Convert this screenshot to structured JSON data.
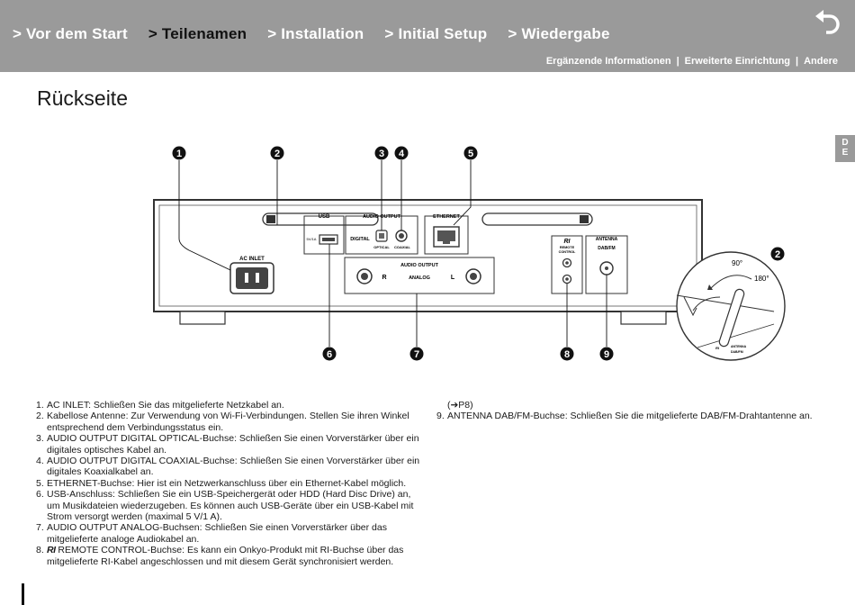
{
  "nav": {
    "items": [
      {
        "label": "> Vor dem Start",
        "active": false
      },
      {
        "label": "> Teilenamen",
        "active": true
      },
      {
        "label": "> Installation",
        "active": false
      },
      {
        "label": "> Initial Setup",
        "active": false
      },
      {
        "label": "> Wiedergabe",
        "active": false
      }
    ],
    "back_icon": "return-arrow-icon"
  },
  "subnav": {
    "links": [
      "Ergänzende Informationen",
      "Erweiterte Einrichtung",
      "Andere"
    ],
    "separator": "|"
  },
  "page": {
    "title": "Rückseite",
    "lang_tab": "D\nE"
  },
  "diagram": {
    "callouts": [
      "1",
      "2",
      "3",
      "4",
      "5",
      "6",
      "7",
      "8",
      "9"
    ],
    "labels": {
      "ac_inlet": "AC INLET",
      "usb": "USB",
      "usb_spec": "5V/1A",
      "audio_output_top": "AUDIO OUTPUT",
      "digital": "DIGITAL",
      "optical": "OPTICAL",
      "coaxial": "COAXIAL",
      "ethernet": "ETHERNET",
      "audio_output_analog_header": "AUDIO OUTPUT",
      "analog": "ANALOG",
      "r": "R",
      "l": "L",
      "ri": "RI",
      "remote_control": "REMOTE\nCONTROL",
      "antenna": "ANTENNA",
      "dab_fm": "DAB/FM",
      "angle_90": "90°",
      "angle_180": "180°"
    }
  },
  "descriptions": {
    "left": [
      {
        "num": "1.",
        "text": "AC INLET: Schließen Sie das mitgelieferte Netzkabel an."
      },
      {
        "num": "2.",
        "text": "Kabellose Antenne: Zur Verwendung von Wi-Fi-Verbindungen. Stellen Sie ihren Winkel entsprechend dem Verbindungsstatus ein."
      },
      {
        "num": "3.",
        "text": "AUDIO OUTPUT DIGITAL OPTICAL-Buchse: Schließen Sie einen Vorverstärker über ein digitales optisches Kabel an."
      },
      {
        "num": "4.",
        "text": "AUDIO OUTPUT DIGITAL COAXIAL-Buchse: Schließen Sie einen Vorverstärker über ein digitales Koaxialkabel an."
      },
      {
        "num": "5.",
        "text": "ETHERNET-Buchse: Hier ist ein Netzwerkanschluss über ein Ethernet-Kabel möglich."
      },
      {
        "num": "6.",
        "text": "USB-Anschluss: Schließen Sie ein USB-Speichergerät oder HDD (Hard Disc Drive) an, um Musikdateien wiederzugeben. Es können auch USB-Geräte über ein USB-Kabel mit Strom versorgt werden (maximal 5 V/1 A)."
      },
      {
        "num": "7.",
        "text": "AUDIO OUTPUT ANALOG-Buchsen: Schließen Sie einen Vorverstärker über das mitgelieferte analoge Audiokabel an."
      },
      {
        "num": "8.",
        "ri_logo": "RI",
        "text": " REMOTE CONTROL-Buchse: Es kann ein Onkyo-Produkt mit RI-Buchse über das mitgelieferte RI-Kabel angeschlossen und mit diesem Gerät synchronisiert werden."
      }
    ],
    "right_continuation": "(➔P8)",
    "right": [
      {
        "num": "9.",
        "text": "ANTENNA DAB/FM-Buchse: Schließen Sie die mitgelieferte DAB/FM-Drahtantenne an."
      }
    ]
  }
}
